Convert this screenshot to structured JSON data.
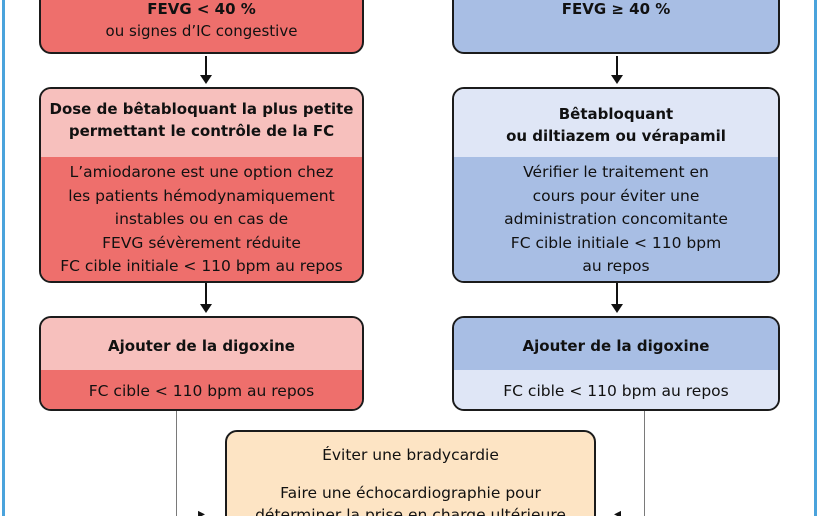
{
  "left": {
    "top_box": {
      "lines": [
        "FEVG < 40 %",
        "ou signes d’IC congestive"
      ]
    },
    "mid_box": {
      "title_lines": [
        "Dose de bêtabloquant la plus petite",
        "permettant le contrôle de la FC"
      ],
      "body_lines": [
        "L’amiodarone est une option chez",
        "les patients hémodynamiquement",
        "instables  ou en cas de",
        "FEVG sévèrement réduite",
        "FC cible initiale < 110 bpm au repos"
      ]
    },
    "bottom_box": {
      "title": "Ajouter de la digoxine",
      "body": "FC cible < 110 bpm au repos"
    }
  },
  "right": {
    "top_box": {
      "lines": [
        "FEVG ≥ 40 %"
      ]
    },
    "mid_box": {
      "title_lines": [
        "Bêtabloquant",
        "ou diltiazem ou vérapamil"
      ],
      "body_lines": [
        "Vérifier le traitement en",
        "cours pour éviter une",
        "administration concomitante",
        "FC cible initiale < 110 bpm",
        "au repos"
      ]
    },
    "bottom_box": {
      "title": "Ajouter de la digoxine",
      "body": "FC cible < 110 bpm au repos"
    }
  },
  "center_box": {
    "line1": "Éviter une bradycardie",
    "line2": "Faire une échocardiographie pour",
    "line3": "déterminer la prise en charge ultérieure"
  },
  "colors": {
    "red_dark": "#ee6f6c",
    "red_light": "#f7c0bd",
    "blue_dark": "#a8bee4",
    "blue_light": "#dfe6f6",
    "peach": "#fde4c4",
    "frame": "#4aa3dc"
  }
}
